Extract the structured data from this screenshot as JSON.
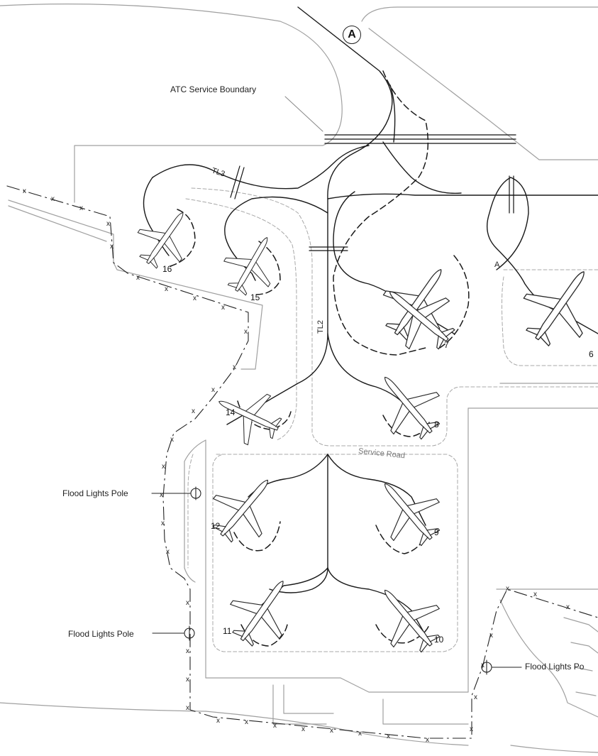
{
  "labels": {
    "atc_boundary": "ATC Service Boundary",
    "marker_a": "A",
    "marker_a_small": "A",
    "tl3": "TL3",
    "tl2": "TL2",
    "service_road": "Service Road",
    "flood_1": "Flood Lights Pole",
    "flood_2": "Flood Lights Pole",
    "flood_3": "Flood Lights Po"
  },
  "stands": [
    {
      "number": "16"
    },
    {
      "number": "15"
    },
    {
      "number": "14"
    },
    {
      "number": "12"
    },
    {
      "number": "11"
    },
    {
      "number": "8"
    },
    {
      "number": "9"
    },
    {
      "number": "10"
    },
    {
      "number": "7"
    },
    {
      "number": "6"
    }
  ],
  "colors": {
    "line": "#1a1a1a",
    "grey": "#9a9a9a",
    "dash_grey": "#a8a8a8"
  }
}
